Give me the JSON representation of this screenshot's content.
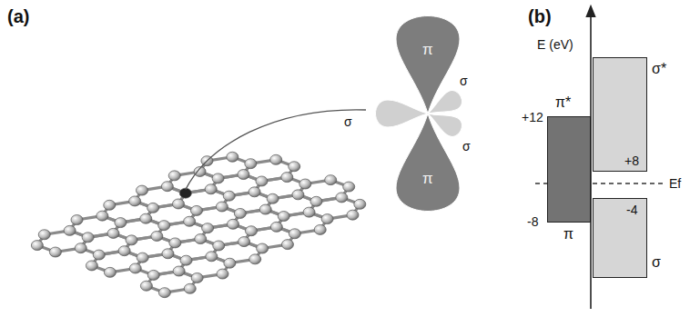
{
  "diagram": {
    "nodes": [
      {
        "text": [
          "π*",
          "π"
        ]
      },
      {
        "text": [
          "σ*"
        ]
      },
      {
        "text": [
          "σ"
        ]
      }
    ],
    "labels": [
      "(a)",
      "π",
      "σ",
      "σ",
      "σ",
      "π",
      "(b)",
      "E (eV)",
      "+12",
      "+8",
      "Ef",
      "-4",
      "-8"
    ]
  }
}
